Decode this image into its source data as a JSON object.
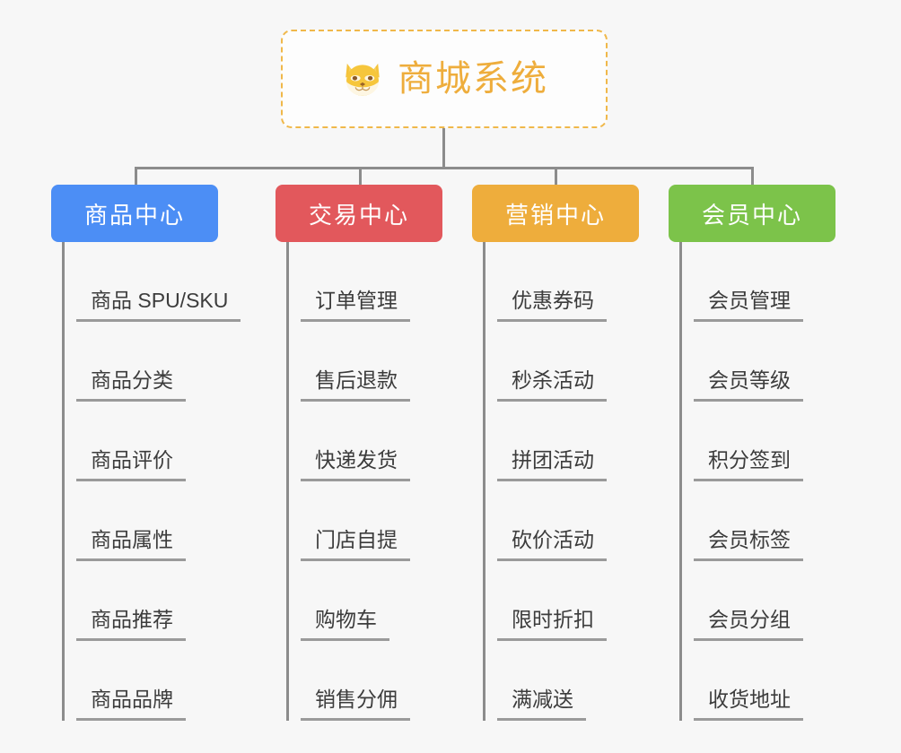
{
  "root": {
    "title": "商城系统",
    "icon": "shiba-dog-icon",
    "border_color": "#f0b84a",
    "text_color": "#eead3c"
  },
  "colors": {
    "line": "#8c8c8c",
    "background": "#f7f7f7",
    "item_text": "#3c3c3c",
    "item_underline": "#9a9a9a"
  },
  "branches": [
    {
      "label": "商品中心",
      "color": "#4c8ef5",
      "items": [
        "商品 SPU/SKU",
        "商品分类",
        "商品评价",
        "商品属性",
        "商品推荐",
        "商品品牌"
      ]
    },
    {
      "label": "交易中心",
      "color": "#e2585c",
      "items": [
        "订单管理",
        "售后退款",
        "快递发货",
        "门店自提",
        "购物车",
        "销售分佣"
      ]
    },
    {
      "label": "营销中心",
      "color": "#eead3c",
      "items": [
        "优惠券码",
        "秒杀活动",
        "拼团活动",
        "砍价活动",
        "限时折扣",
        "满减送"
      ]
    },
    {
      "label": "会员中心",
      "color": "#7cc34a",
      "items": [
        "会员管理",
        "会员等级",
        "积分签到",
        "会员标签",
        "会员分组",
        "收货地址"
      ]
    }
  ]
}
